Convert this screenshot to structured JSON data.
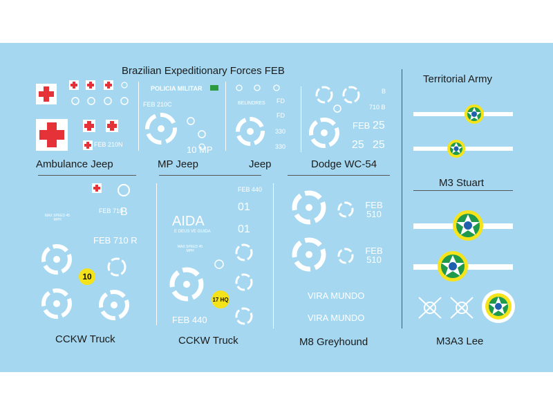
{
  "title": "Brazilian Expeditionary Forces FEB",
  "sections": {
    "ambulance_jeep": "Ambulance Jeep",
    "mp_jeep": "MP Jeep",
    "jeep": "Jeep",
    "dodge": "Dodge WC-54",
    "cckw1": "CCKW Truck",
    "cckw2": "CCKW Truck",
    "m8": "M8 Greyhound",
    "territorial": "Territorial Army",
    "m3_stuart": "M3 Stuart",
    "m3a3_lee": "M3A3 Lee"
  },
  "decals": {
    "feb_210n": "FEB 210N",
    "policia_militar": "POLICIA MILITAR",
    "feb_210c": "FEB 210C",
    "mp_10": "10 MP",
    "belindres": "BELINDRES",
    "fd1": "FD",
    "fd2": "FD",
    "n330a": "330",
    "n330b": "330",
    "b_small": "B",
    "n710b": "710 B",
    "feb_d": "FEB",
    "n25a": "25",
    "n25b": "25",
    "n25c": "25",
    "feb_710": "FEB 710",
    "letter_b": "B",
    "max_speed1": "MAX SPEED 45 MPH",
    "feb_710r": "FEB 710 R",
    "badge_10": "10",
    "aida": "AIDA",
    "aida_sub": "E DEUS VE GUIDA",
    "max_speed2": "MAX SPEED 45 MPH",
    "feb_440_small": "FEB 440",
    "n01a": "01",
    "n01b": "01",
    "feb_440": "FEB 440",
    "badge_17": "17 HQ",
    "feb_510a": "FEB 510",
    "feb_510b": "FEB 510",
    "vira_mundo1": "VIRA MUNDO",
    "vira_mundo2": "VIRA MUNDO"
  },
  "colors": {
    "sheet": "#a5d8f0",
    "decal_white": "#ffffff",
    "cross_red": "#e53238",
    "star_blue": "#1f5fae",
    "ring_yellow": "#f5e41c",
    "star_green": "#1f9a4c",
    "badge_yellow": "#f4e21b"
  }
}
